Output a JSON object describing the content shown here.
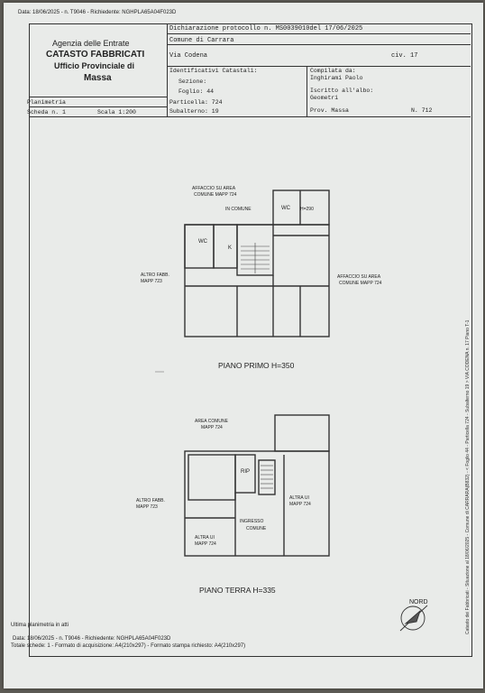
{
  "top_stamp": "Data: 18/06/2025 - n. T9046 - Richiedente: NGHPLA65A04F023D",
  "agency": {
    "line1": "Agenzia delle Entrate",
    "line2": "CATASTO FABBRICATI",
    "line3": "Ufficio Provinciale di",
    "line4": "Massa"
  },
  "declaration": {
    "protocol": "Dichiarazione protocollo n.  MS0039010del  17/06/2025",
    "comune": "Comune di Carrara",
    "via": "Via Codena",
    "civ": "civ. 17"
  },
  "identificativi": {
    "title": "Identificativi Catastali:",
    "sezione": "Sezione:",
    "foglio": "Foglio: 44",
    "particella": "Particella: 724",
    "subalterno": "Subalterno: 19"
  },
  "compilata": {
    "title": "Compilata da:",
    "name": "Inghirami Paolo",
    "iscritto": "Iscritto all'albo:",
    "albo": "Geometri",
    "prov": "Prov. Massa",
    "num": "N. 712"
  },
  "planimetria": {
    "label": "Planimetria",
    "scheda": "Scheda n. 1",
    "scala": "Scala 1:200"
  },
  "floor1": {
    "title": "PIANO PRIMO H=350",
    "affaccio_top": "AFFACCIO SU AREA",
    "comune_top": "COMUNE MAPP 724",
    "in_comune": "IN COMUNE",
    "wc_right": "WC",
    "h290": "H=290",
    "wc_left": "WC",
    "k": "K",
    "altro_fabb": "ALTRO FABB.",
    "mapp_723": "MAPP 723",
    "affaccio_right": "AFFACCIO SU AREA",
    "comune_right": "COMUNE MAPP 724"
  },
  "floor0": {
    "title": "PIANO TERRA H=335",
    "area_comune": "AREA COMUNE",
    "mapp_724_top": "MAPP 724",
    "rip": "RIP",
    "altro_fabb": "ALTRO FABB.",
    "mapp_723": "MAPP 723",
    "altra_ui_right": "ALTRA UI",
    "mapp_724_right": "MAPP 724",
    "ingresso": "INGRESSO",
    "comune": "COMUNE",
    "altra_ui_left": "ALTRA UI",
    "mapp_724_left": "MAPP 724"
  },
  "nord": "NORD",
  "footer": {
    "ultima": "Ultima planimetria in atti",
    "data": "Data: 18/06/2025 - n. T9046 - Richiedente: NGHPLA65A04F023D",
    "totale": "Totale schede: 1 - Formato di acquisizione: A4(210x297) - Formato stampa richiesto: A4(210x297)"
  },
  "side_text": "Catasto dei Fabbricati - Situazione al 18/06/2025 - Comune di CARRARA(B832) - < Foglio 44 - Particella 724 - Subalterno 19 > VIA CODENA n. 17 Piano T-1"
}
